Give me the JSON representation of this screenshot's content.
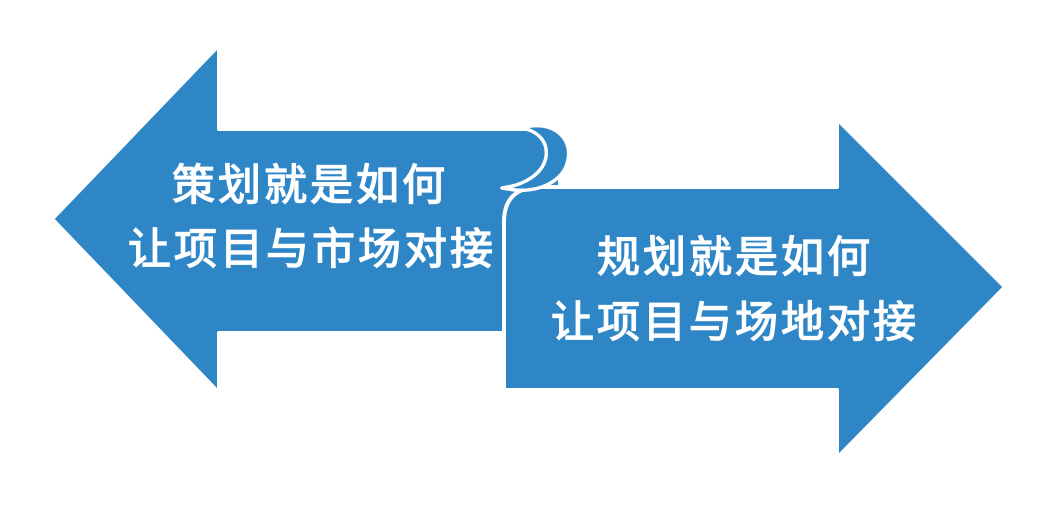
{
  "diagram": {
    "colors": {
      "arrow_fill": "#2E86C6",
      "arrow_outline": "#FFFFFF",
      "text_color": "#FFFFFF"
    },
    "left_arrow": {
      "direction": "left",
      "line1": "策划就是如何",
      "line2": "让项目与市场对接"
    },
    "right_arrow": {
      "direction": "right",
      "line1": "规划就是如何",
      "line2": "让项目与场地对接"
    }
  }
}
